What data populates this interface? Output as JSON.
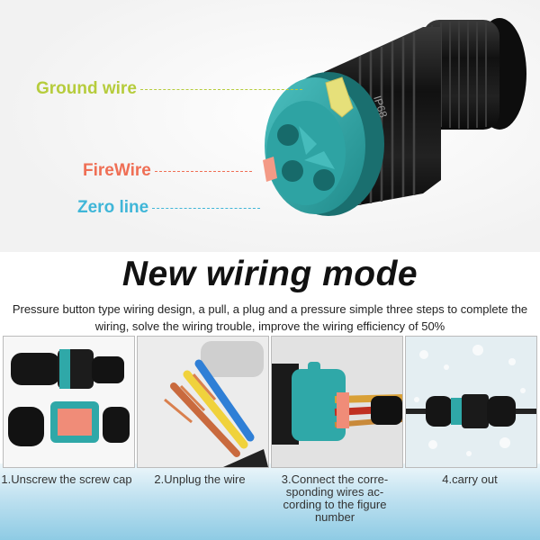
{
  "labels": {
    "ground": {
      "text": "Ground wire",
      "color": "#b6cc3c"
    },
    "fire": {
      "text": "FireWire",
      "color": "#ef6f55"
    },
    "zero": {
      "text": "Zero line",
      "color": "#3fb6d8"
    }
  },
  "connector": {
    "marking": "IP68"
  },
  "title": "New wiring mode",
  "description": "Pressure button type wiring design, a pull, a plug and a pressure simple three steps to complete the wiring, solve the wiring trouble, improve the wiring efficiency of 50%",
  "steps": [
    {
      "caption": "1.Unscrew the screw cap",
      "icon": "connector-disassembled"
    },
    {
      "caption": "2.Unplug the wire",
      "icon": "stripped-wires"
    },
    {
      "caption": "3.Connect the corre-sponding wires ac-cording to the figure number",
      "icon": "wires-in-terminal"
    },
    {
      "caption": "4.carry out",
      "icon": "assembled-connector"
    }
  ],
  "colors": {
    "teal": "#2fa8a8",
    "black": "#1a1a1a",
    "copper": "#d9804e",
    "water": "#8ecbe4"
  }
}
